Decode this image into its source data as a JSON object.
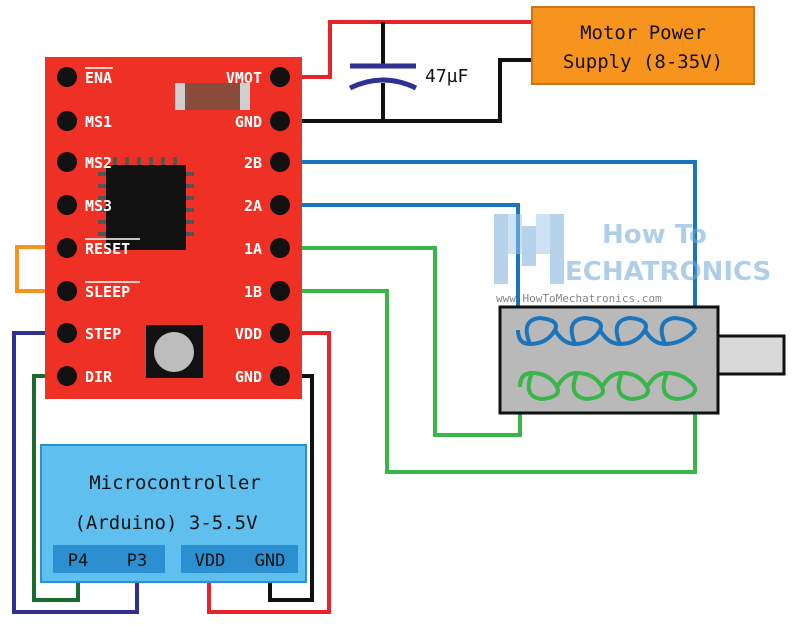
{
  "driver": {
    "left_pins": [
      "ENA",
      "MS1",
      "MS2",
      "MS3",
      "RESET",
      "SLEEP",
      "STEP",
      "DIR"
    ],
    "right_pins": [
      "VMOT",
      "GND",
      "2B",
      "2A",
      "1A",
      "1B",
      "VDD",
      "GND"
    ],
    "overlined": [
      "ENA",
      "RESET",
      "SLEEP"
    ]
  },
  "power_supply": {
    "line1": "Motor Power",
    "line2": "Supply (8-35V)"
  },
  "capacitor": {
    "label": "47µF"
  },
  "microcontroller": {
    "line1": "Microcontroller",
    "line2": "(Arduino) 3-5.5V",
    "pins": [
      "P4",
      "P3",
      "VDD",
      "GND"
    ]
  },
  "watermark": {
    "line1": "How To",
    "line2": "ECHATRONICS",
    "url": "www.HowToMechatronics.com"
  },
  "colors": {
    "board": "#ee3124",
    "psu": "#f7941d",
    "mcu": "#5fc0f0",
    "mcu_pinbar": "#2b8fd0",
    "wire_red": "#e8232a",
    "wire_black": "#111111",
    "wire_blue": "#1b75bc",
    "wire_green": "#39b54a",
    "wire_orange": "#f7941d",
    "wire_navy": "#2e3192",
    "wire_darkgreen": "#1a6b2e",
    "motor": "#b9b9b9"
  }
}
